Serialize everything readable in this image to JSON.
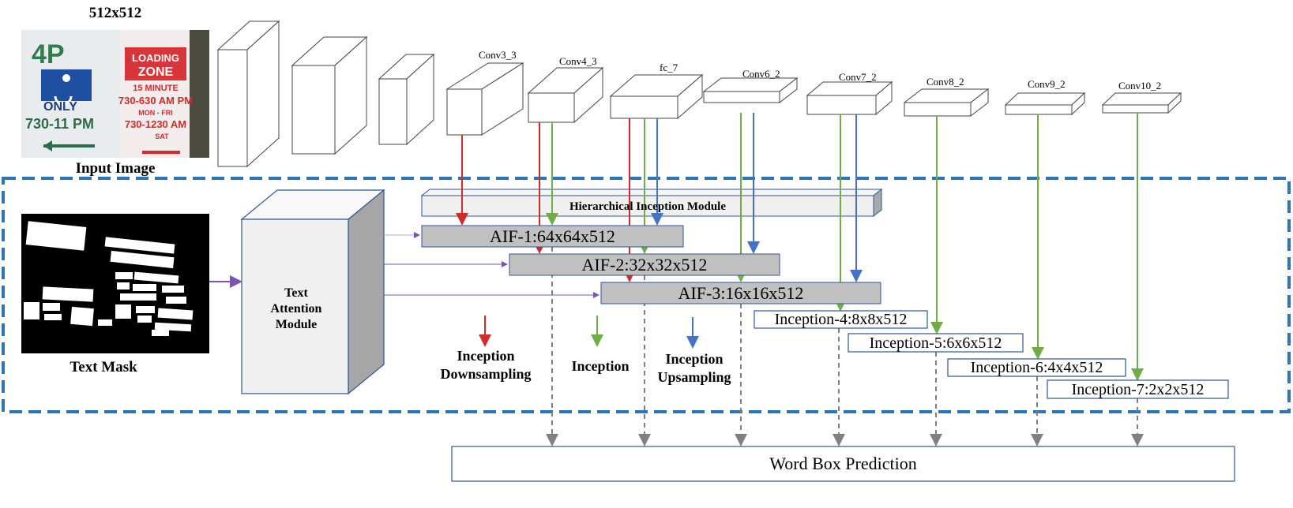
{
  "input": {
    "size_label": "512x512",
    "caption": "Input Image",
    "sign_left": [
      "4P",
      "ONLY",
      "730-11 PM"
    ],
    "sign_right": [
      "LOADING",
      "ZONE",
      "15 MINUTE",
      "730-630 AM PM",
      "MON - FRI",
      "730-1230 AM",
      "SAT"
    ]
  },
  "mask": {
    "caption": "Text Mask"
  },
  "backbone": {
    "layers": [
      {
        "id": "l1",
        "label": ""
      },
      {
        "id": "l2",
        "label": ""
      },
      {
        "id": "l3",
        "label": ""
      },
      {
        "id": "conv3_3",
        "label": "Conv3_3"
      },
      {
        "id": "conv4_3",
        "label": "Conv4_3"
      },
      {
        "id": "fc_7",
        "label": "fc_7"
      },
      {
        "id": "conv6_2",
        "label": "Conv6_2"
      },
      {
        "id": "conv7_2",
        "label": "Conv7_2"
      },
      {
        "id": "conv8_2",
        "label": "Conv8_2"
      },
      {
        "id": "conv9_2",
        "label": "Conv9_2"
      },
      {
        "id": "conv10_2",
        "label": "Conv10_2"
      }
    ]
  },
  "text_attention_module": {
    "label": "Text Attention Module"
  },
  "hierarchical_inception_module": {
    "label": "Hierarchical Inception Module"
  },
  "aif": [
    {
      "label": "AIF-1:64x64x512"
    },
    {
      "label": "AIF-2:32x32x512"
    },
    {
      "label": "AIF-3:16x16x512"
    }
  ],
  "inception": [
    {
      "label": "Inception-4:8x8x512"
    },
    {
      "label": "Inception-5:6x6x512"
    },
    {
      "label": "Inception-6:4x4x512"
    },
    {
      "label": "Inception-7:2x2x512"
    }
  ],
  "legend": [
    {
      "label": "Inception Downsampling",
      "color": "#d42a2a"
    },
    {
      "label": "Inception",
      "color": "#6fad46"
    },
    {
      "label": "Inception Upsampling",
      "color": "#4472c4"
    }
  ],
  "output": {
    "label": "Word Box Prediction"
  },
  "colors": {
    "dashed_region": "#2e75b6",
    "down": "#d42a2a",
    "inc": "#6fad46",
    "up": "#4472c4",
    "mask_arrow": "#7b52b5",
    "box_fill": "#c0c0c0",
    "box_stroke": "#2f5597"
  }
}
